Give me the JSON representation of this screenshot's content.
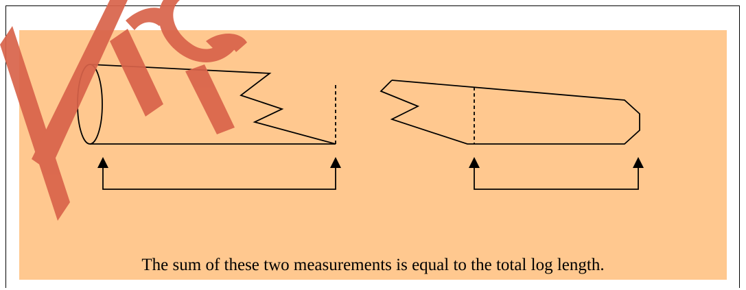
{
  "caption": "The sum of these two measurements is equal to the total log length.",
  "watermark": {
    "text": "Archived",
    "color": "#d9634a"
  },
  "colors": {
    "panel_background": "#ffc88f",
    "line": "#000000",
    "frame_border": "#000000"
  },
  "elements": {
    "left_log": "log-butt-end-section",
    "right_log": "log-top-end-section",
    "left_measurement": "measurement-arrow-butt-section",
    "right_measurement": "measurement-arrow-top-section"
  }
}
